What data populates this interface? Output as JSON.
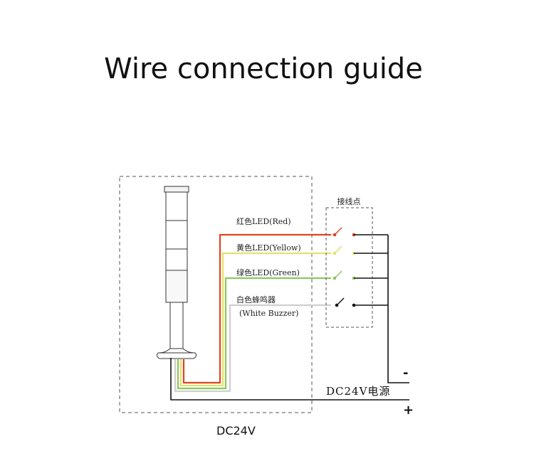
{
  "title": "Wire connection guide",
  "terminal_box_label": "接线点",
  "wires": [
    {
      "label": "红色LED(Red)",
      "color": "#e0441c"
    },
    {
      "label": "黄色LED(Yellow)",
      "color": "#e3e36a"
    },
    {
      "label": "绿色LED(Green)",
      "color": "#8cc85a"
    },
    {
      "label": "白色蜂鸣器",
      "sublabel": "(White Buzzer)",
      "color": "#cfcfcf"
    }
  ],
  "power_label": "DC24V电源",
  "minus_sign": "-",
  "plus_sign": "+",
  "bottom_label": "DC24V",
  "colors": {
    "ink": "#111111",
    "dashed": "#555555"
  }
}
